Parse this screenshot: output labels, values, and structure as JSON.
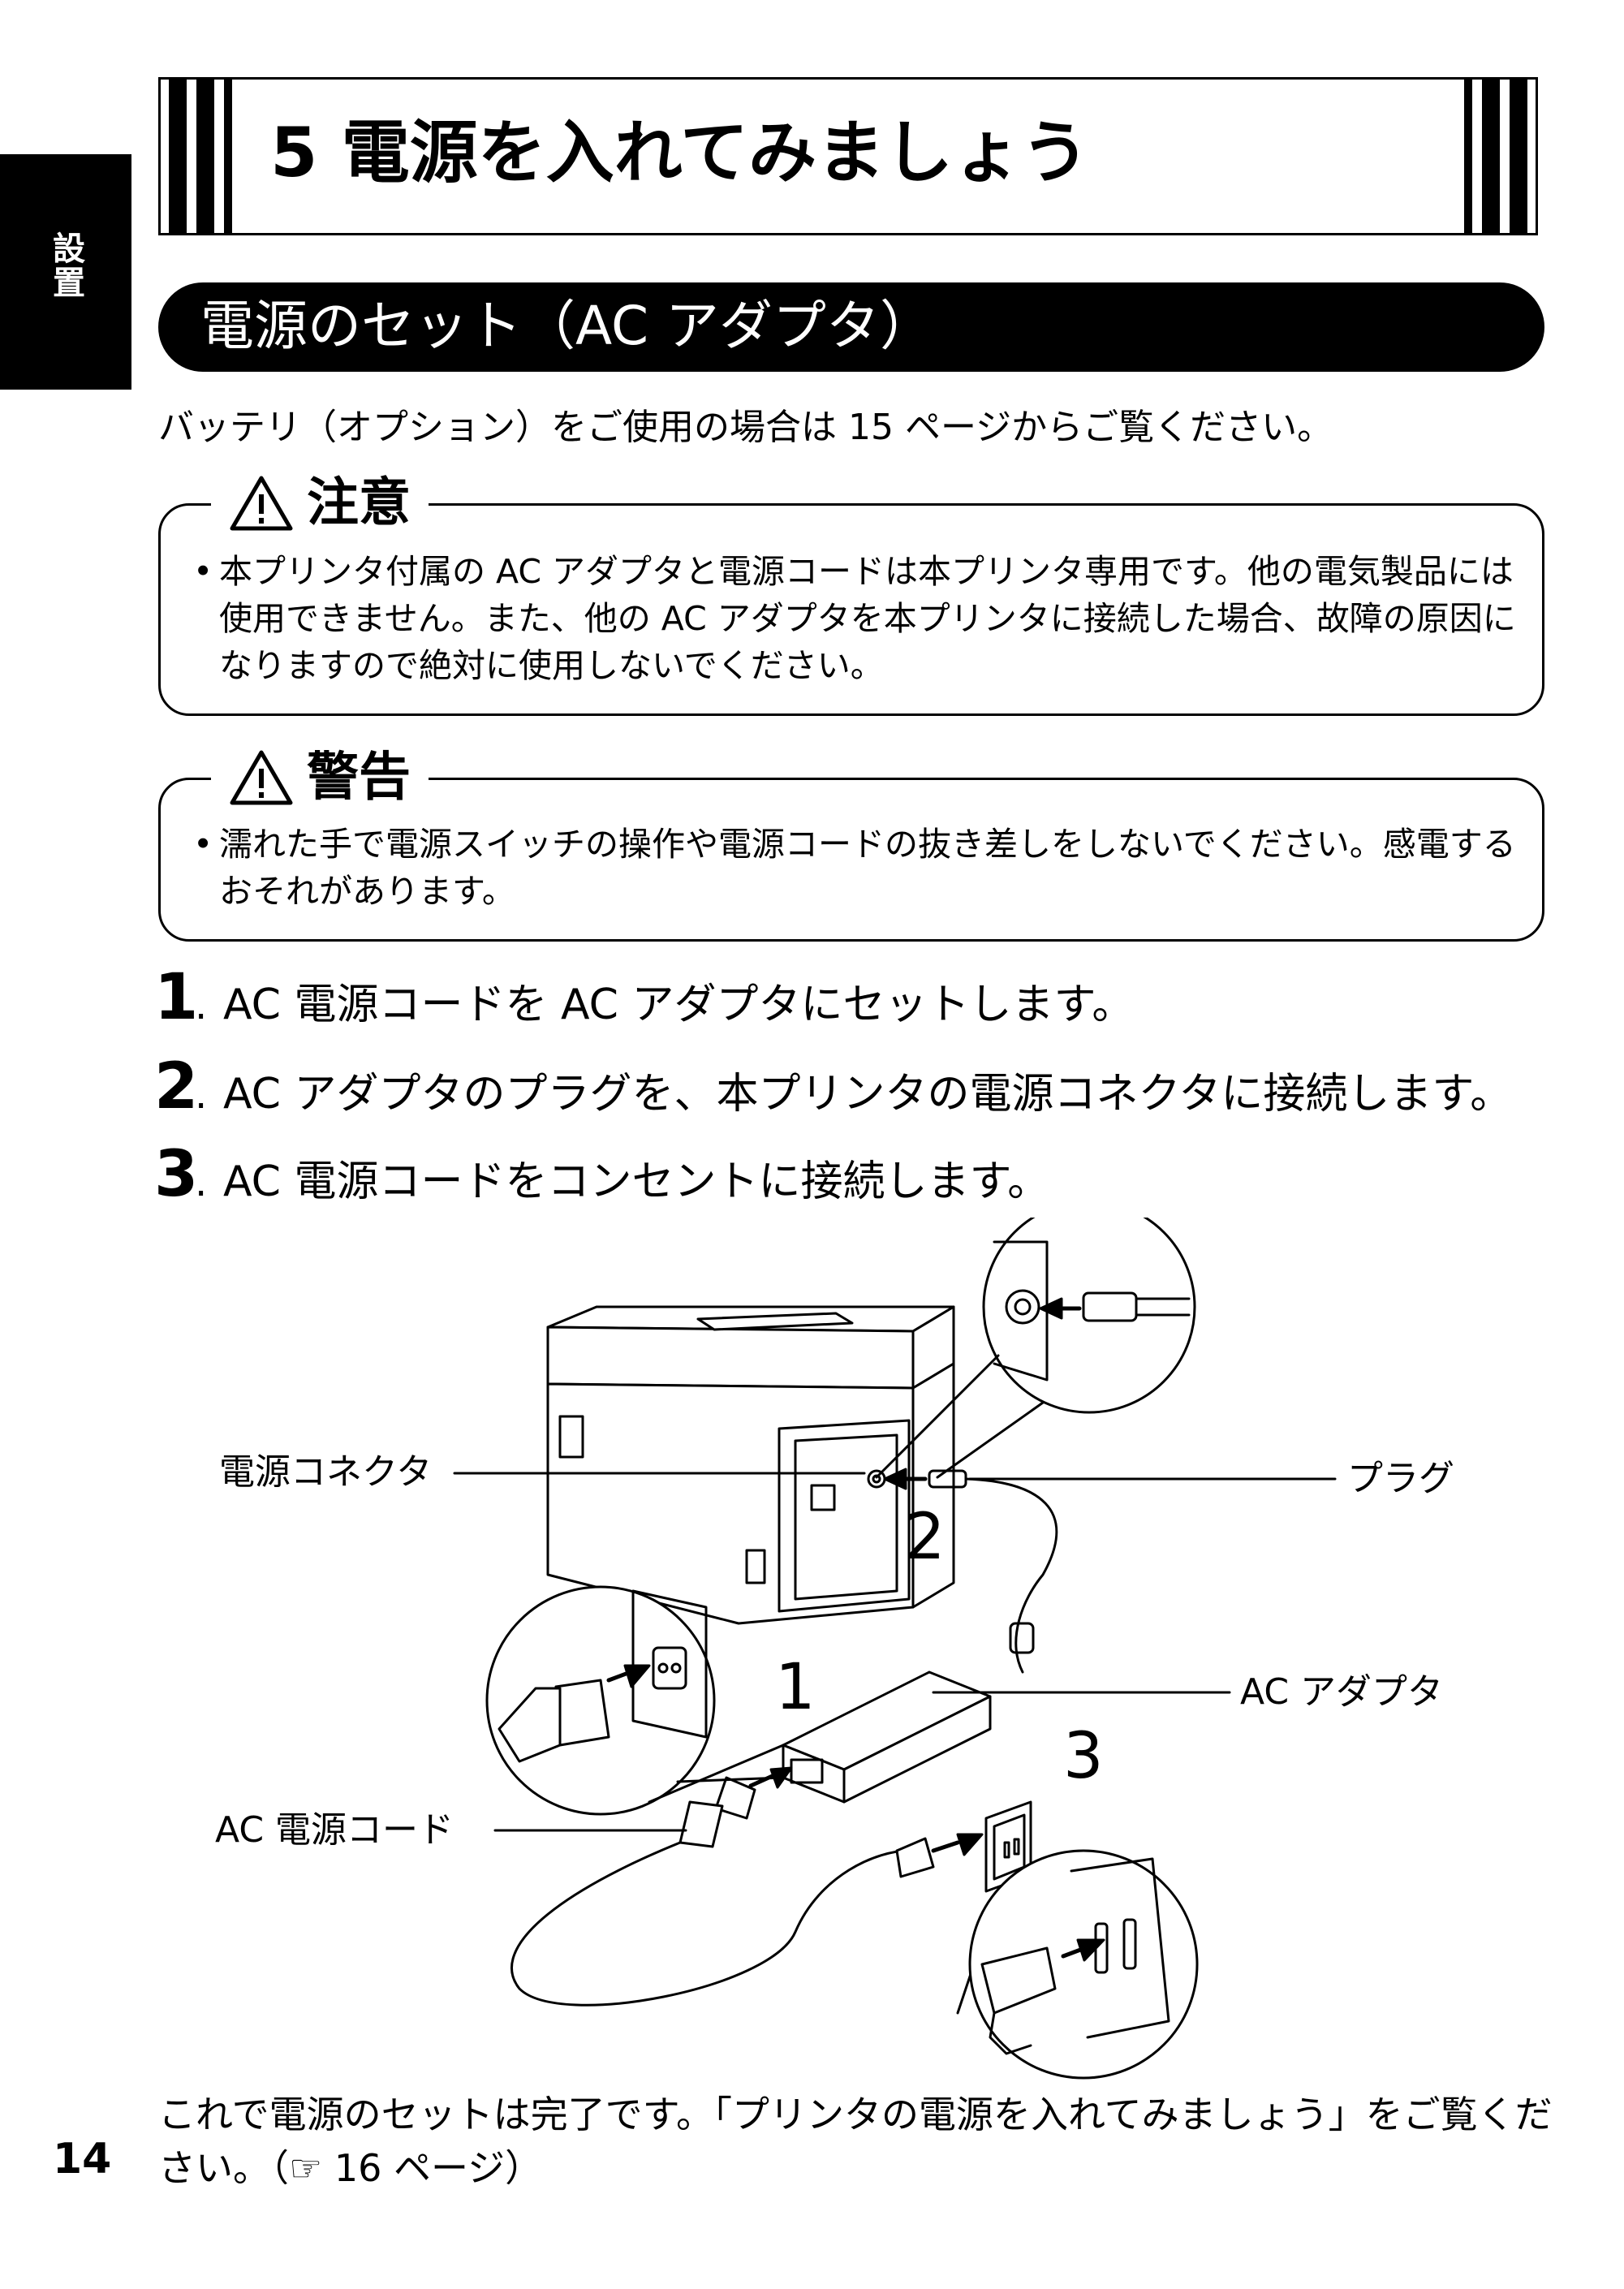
{
  "side_tab": {
    "label": "設置"
  },
  "chapter": {
    "title": "5 電源を入れてみましょう"
  },
  "section": {
    "title": "電源のセット（AC アダプタ）"
  },
  "intro": "バッテリ（オプション）をご使用の場合は 15 ページからご覧ください。",
  "caution": {
    "label": "注意",
    "items": [
      "本プリンタ付属の AC アダプタと電源コードは本プリンタ専用です。他の電気製品には使用できません。また、他の AC アダプタを本プリンタに接続した場合、故障の原因になりますので絶対に使用しないでください。"
    ]
  },
  "warning": {
    "label": "警告",
    "items": [
      "濡れた手で電源スイッチの操作や電源コードの抜き差しをしないでください。感電するおそれがあります。"
    ]
  },
  "steps": [
    {
      "num": "1",
      "text": "AC 電源コードを AC アダプタにセットします。"
    },
    {
      "num": "2",
      "text": "AC アダプタのプラグを、本プリンタの電源コネクタに接続します。"
    },
    {
      "num": "3",
      "text": "AC 電源コードをコンセントに接続します。"
    }
  ],
  "figure": {
    "labels": {
      "connector": "電源コネクタ",
      "plug": "プラグ",
      "adapter": "AC アダプタ",
      "cord": "AC 電源コード"
    },
    "step_markers": [
      "1",
      "2",
      "3"
    ]
  },
  "closing": "これで電源のセットは完了です。「プリンタの電源を入れてみましょう」をご覧ください。（☞ 16 ページ）",
  "page_number": "14"
}
